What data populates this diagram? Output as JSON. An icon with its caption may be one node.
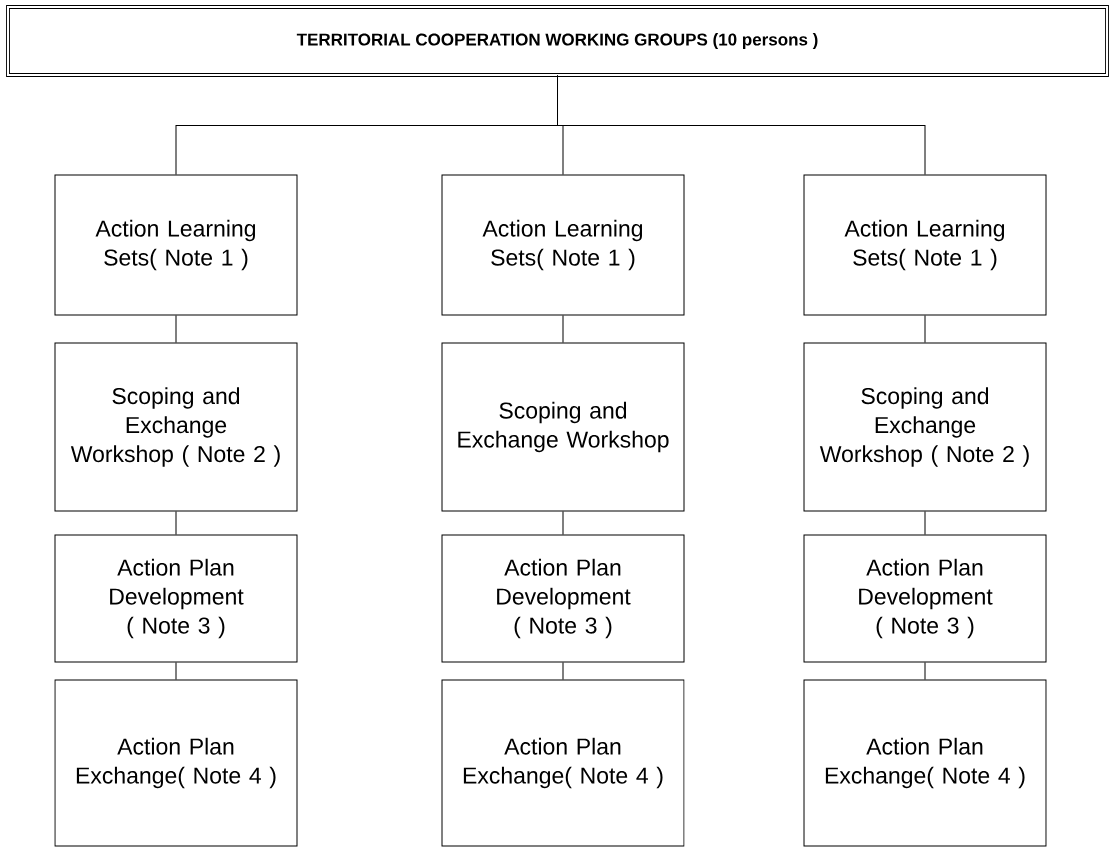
{
  "diagram": {
    "nodes": [
      {
        "text": [
          "TERRITORIAL COOPERATION  WORKING GROUPS (10 persons )"
        ]
      },
      {
        "text": [
          "Action Learning Sets( Note 1 )"
        ]
      },
      {
        "text": [
          "Action Learning Sets( Note 1 )"
        ]
      },
      {
        "text": [
          "Action Learning Sets( Note 1 )"
        ]
      },
      {
        "text": [
          "Scoping and Exchange Workshop ( Note 2 )"
        ]
      },
      {
        "text": [
          "Scoping and Exchange Workshop"
        ]
      },
      {
        "text": [
          "Scoping and Exchange Workshop ( Note 2 )"
        ]
      },
      {
        "text": [
          "Action Plan Development ( Note 3 )"
        ]
      },
      {
        "text": [
          "Action Plan Development ( Note 3 )"
        ]
      },
      {
        "text": [
          "Action Plan Development ( Note 3 )"
        ]
      },
      {
        "text": [
          "Action Plan Exchange( Note 4 )"
        ]
      },
      {
        "text": [
          "Action Plan Exchange( Note 4 )"
        ]
      },
      {
        "text": [
          "Action Plan Exchange( Note 4 )"
        ]
      }
    ],
    "edges": [
      {
        "from": 0,
        "to": 1,
        "arrow": "none"
      },
      {
        "from": 0,
        "to": 2,
        "arrow": "none"
      },
      {
        "from": 0,
        "to": 3,
        "arrow": "none"
      },
      {
        "from": 1,
        "to": 4,
        "arrow": "none"
      },
      {
        "from": 2,
        "to": 5,
        "arrow": "none"
      },
      {
        "from": 3,
        "to": 6,
        "arrow": "none"
      },
      {
        "from": 4,
        "to": 7,
        "arrow": "none"
      },
      {
        "from": 5,
        "to": 8,
        "arrow": "none"
      },
      {
        "from": 6,
        "to": 9,
        "arrow": "none"
      },
      {
        "from": 7,
        "to": 10,
        "arrow": "none"
      },
      {
        "from": 8,
        "to": 11,
        "arrow": "none"
      },
      {
        "from": 9,
        "to": 12,
        "arrow": "none"
      }
    ]
  }
}
